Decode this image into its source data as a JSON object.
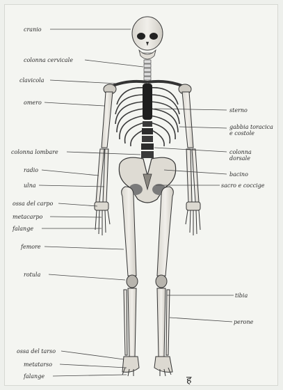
{
  "diagram": {
    "left_labels": [
      {
        "key": "cranio",
        "text": "cranio"
      },
      {
        "key": "colonna_cervicale",
        "text": "colonna cervicale"
      },
      {
        "key": "clavicola",
        "text": "clavicola"
      },
      {
        "key": "omero",
        "text": "omero"
      },
      {
        "key": "colonna_lombare",
        "text": "colonna lombare"
      },
      {
        "key": "radio",
        "text": "radio"
      },
      {
        "key": "ulna",
        "text": "ulna"
      },
      {
        "key": "ossa_carpo",
        "text": "ossa del carpo"
      },
      {
        "key": "metacarpo",
        "text": "metacarpo"
      },
      {
        "key": "falange_mano",
        "text": "falange"
      },
      {
        "key": "femore",
        "text": "femore"
      },
      {
        "key": "rotula",
        "text": "rotula"
      },
      {
        "key": "ossa_tarso",
        "text": "ossa del tarso"
      },
      {
        "key": "metatarso",
        "text": "metatarso"
      },
      {
        "key": "falange_piede",
        "text": "falange"
      }
    ],
    "right_labels": [
      {
        "key": "sterno",
        "text": "sterno"
      },
      {
        "key": "gabbia_1",
        "text": "gabbia toracica"
      },
      {
        "key": "gabbia_2",
        "text": "e costole"
      },
      {
        "key": "dorsale_1",
        "text": "colonna"
      },
      {
        "key": "dorsale_2",
        "text": "dorsale"
      },
      {
        "key": "bacino",
        "text": "bacino"
      },
      {
        "key": "sacro",
        "text": "sacro e coccige"
      },
      {
        "key": "tibia",
        "text": "tibia"
      },
      {
        "key": "perone",
        "text": "perone"
      }
    ],
    "signature": "ह"
  },
  "colors": {
    "bone_fill": "#e9e6df",
    "bone_stroke": "#3a3a3a",
    "shadow": "#555555",
    "leader": "#444444"
  }
}
